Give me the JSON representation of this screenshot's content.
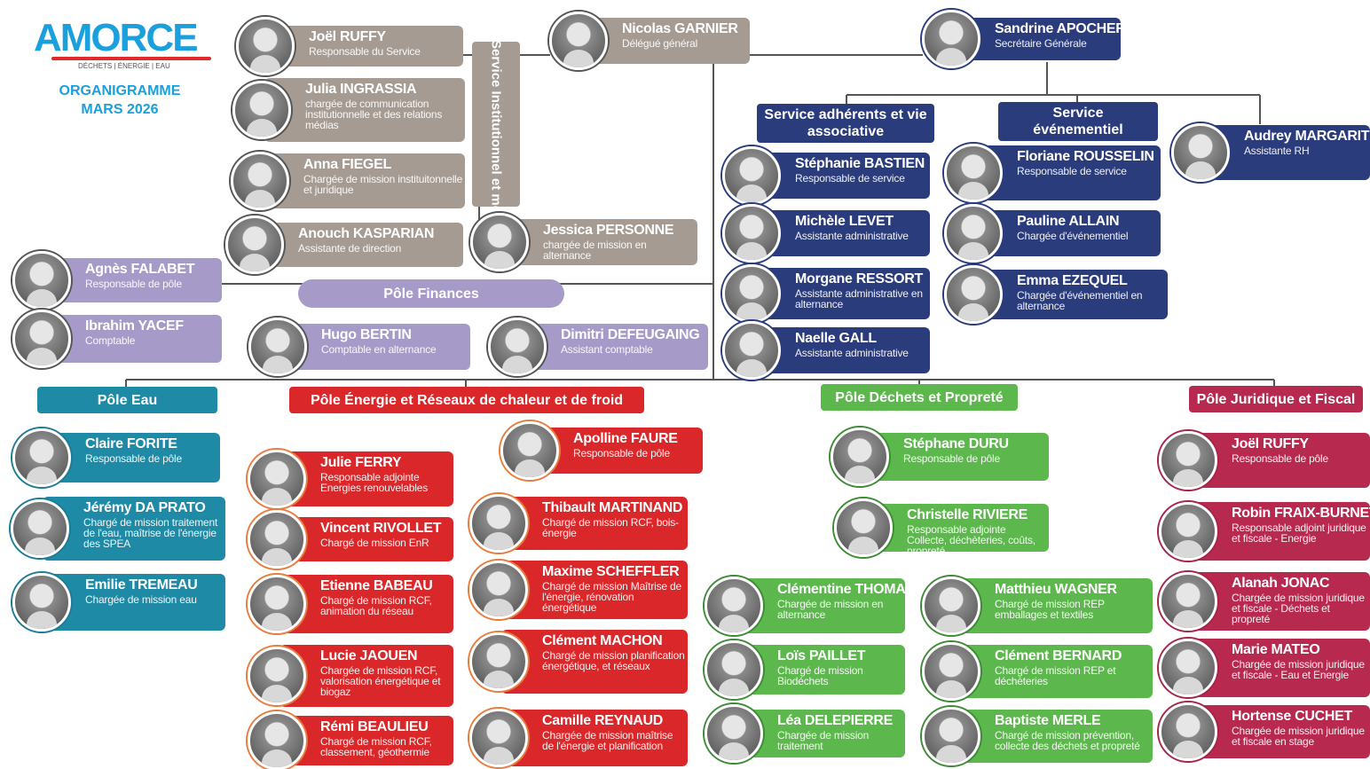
{
  "logo": {
    "wordmark": "AMORCE",
    "tagline": "DÉCHETS | ÉNERGIE | EAU"
  },
  "heading": {
    "line1": "ORGANIGRAMME",
    "line2": "MARS 2026"
  },
  "headers": {
    "service_institutionnel": "Service Institutionnel et médias",
    "service_adherents": "Service adhérents et vie associative",
    "service_evenementiel": "Service événementiel",
    "pole_finances": "Pôle Finances",
    "pole_eau": "Pôle Eau",
    "pole_energie": "Pôle Énergie et Réseaux de chaleur et de froid",
    "pole_dechets": "Pôle Déchets et Propreté",
    "pole_juridique": "Pôle Juridique et Fiscal"
  },
  "people": [
    {
      "key": "garnier",
      "name": "Nicolas GARNIER",
      "role": "Délégué général",
      "color": "grey"
    },
    {
      "key": "apocher",
      "name": "Sandrine APOCHER",
      "role": "Secrétaire Générale",
      "color": "navy"
    },
    {
      "key": "ruffy1",
      "name": "Joël RUFFY",
      "role": "Responsable du Service",
      "color": "grey"
    },
    {
      "key": "ingrassia",
      "name": "Julia INGRASSIA",
      "role": "chargée de communication institutionnelle et des relations médias",
      "color": "grey"
    },
    {
      "key": "fiegel",
      "name": "Anna FIEGEL",
      "role": "Chargée de mission instituitonnelle et juridique",
      "color": "grey"
    },
    {
      "key": "kasparian",
      "name": "Anouch KASPARIAN",
      "role": "Assistante de direction",
      "color": "grey"
    },
    {
      "key": "personne",
      "name": "Jessica PERSONNE",
      "role": "chargée de mission en alternance",
      "color": "grey"
    },
    {
      "key": "bastien",
      "name": "Stéphanie BASTIEN",
      "role": "Responsable de service",
      "color": "navy"
    },
    {
      "key": "levet",
      "name": "Michèle LEVET",
      "role": "Assistante administrative",
      "color": "navy"
    },
    {
      "key": "ressort",
      "name": "Morgane RESSORT",
      "role": "Assistante administrative en alternance",
      "color": "navy"
    },
    {
      "key": "gall",
      "name": "Naelle GALL",
      "role": "Assistante administrative",
      "color": "navy"
    },
    {
      "key": "rousselin",
      "name": "Floriane ROUSSELIN",
      "role": "Responsable de service",
      "color": "navy"
    },
    {
      "key": "allain",
      "name": "Pauline ALLAIN",
      "role": "Chargée d'événementiel",
      "color": "navy"
    },
    {
      "key": "ezequel",
      "name": "Emma EZEQUEL",
      "role": "Chargée d'événementiel en alternance",
      "color": "navy"
    },
    {
      "key": "margarit",
      "name": "Audrey MARGARIT",
      "role": "Assistante RH",
      "color": "navy"
    },
    {
      "key": "falabet",
      "name": "Agnès FALABET",
      "role": "Responsable de pôle",
      "color": "lav"
    },
    {
      "key": "yacef",
      "name": "Ibrahim YACEF",
      "role": "Comptable",
      "color": "lav"
    },
    {
      "key": "bertin",
      "name": "Hugo BERTIN",
      "role": "Comptable en alternance",
      "color": "lav"
    },
    {
      "key": "defeugaing",
      "name": "Dimitri DEFEUGAING",
      "role": "Assistant comptable",
      "color": "lav"
    },
    {
      "key": "forite",
      "name": "Claire FORITE",
      "role": "Responsable de pôle",
      "color": "teal"
    },
    {
      "key": "daprato",
      "name": "Jérémy DA PRATO",
      "role": "Chargé de mission traitement de l'eau, maîtrise de l'énergie des SPEA",
      "color": "teal"
    },
    {
      "key": "tremeau",
      "name": "Emilie TREMEAU",
      "role": "Chargée de mission eau",
      "color": "teal"
    },
    {
      "key": "faure",
      "name": "Apolline FAURE",
      "role": "Responsable de pôle",
      "color": "red"
    },
    {
      "key": "ferry",
      "name": "Julie FERRY",
      "role": "Responsable adjointe Energies renouvelables",
      "color": "red"
    },
    {
      "key": "rivollet",
      "name": "Vincent RIVOLLET",
      "role": "Chargé de mission EnR",
      "color": "red"
    },
    {
      "key": "babeau",
      "name": "Etienne BABEAU",
      "role": "Chargé de mission RCF, animation du réseau",
      "color": "red"
    },
    {
      "key": "jaouen",
      "name": "Lucie JAOUEN",
      "role": "Chargée de mission RCF, valorisation énergétique et biogaz",
      "color": "red"
    },
    {
      "key": "beaulieu",
      "name": "Rémi BEAULIEU",
      "role": "Chargé de mission RCF, classement, géothermie",
      "color": "red"
    },
    {
      "key": "martinand",
      "name": "Thibault MARTINAND",
      "role": "Chargé de mission RCF, bois-énergie",
      "color": "red"
    },
    {
      "key": "scheffler",
      "name": "Maxime SCHEFFLER",
      "role": "Chargé de mission Maîtrise de l'énergie, rénovation énergétique",
      "color": "red"
    },
    {
      "key": "machon",
      "name": "Clément MACHON",
      "role": "Chargé de mission planification énergétique, et réseaux",
      "color": "red"
    },
    {
      "key": "reynaud",
      "name": "Camille REYNAUD",
      "role": "Chargée de mission maîtrise de l'énergie et planification",
      "color": "red"
    },
    {
      "key": "duru",
      "name": "Stéphane DURU",
      "role": "Responsable de pôle",
      "color": "green"
    },
    {
      "key": "riviere",
      "name": "Christelle RIVIERE",
      "role": "Responsable adjointe Collecte, déchèteries, coûts, propreté",
      "color": "green"
    },
    {
      "key": "thomas",
      "name": "Clémentine THOMAS",
      "role": "Chargée de mission en alternance",
      "color": "green"
    },
    {
      "key": "paillet",
      "name": "Loïs PAILLET",
      "role": "Chargé de mission Biodéchets",
      "color": "green"
    },
    {
      "key": "delepierre",
      "name": "Léa DELEPIERRE",
      "role": "Chargée de mission traitement",
      "color": "green"
    },
    {
      "key": "wagner",
      "name": "Matthieu WAGNER",
      "role": "Chargé de mission REP emballages et textiles",
      "color": "green"
    },
    {
      "key": "bernard",
      "name": "Clément BERNARD",
      "role": "Chargé de mission REP et déchèteries",
      "color": "green"
    },
    {
      "key": "merle",
      "name": "Baptiste MERLE",
      "role": "Chargé de mission prévention, collecte des déchets et propreté",
      "color": "green"
    },
    {
      "key": "ruffy2",
      "name": "Joël RUFFY",
      "role": "Responsable de pôle",
      "color": "crim"
    },
    {
      "key": "fraixburnet",
      "name": "Robin FRAIX-BURNET",
      "role": "Responsable adjoint juridique et fiscale - Energie",
      "color": "crim"
    },
    {
      "key": "jonac",
      "name": "Alanah JONAC",
      "role": "Chargée de mission juridique et fiscale - Déchets et propreté",
      "color": "crim"
    },
    {
      "key": "mateo",
      "name": "Marie MATEO",
      "role": "Chargée de mission juridique et fiscale - Eau et Energie",
      "color": "crim"
    },
    {
      "key": "cuchet",
      "name": "Hortense CUCHET",
      "role": "Chargée de mission juridique et fiscale en stage",
      "color": "crim"
    }
  ]
}
